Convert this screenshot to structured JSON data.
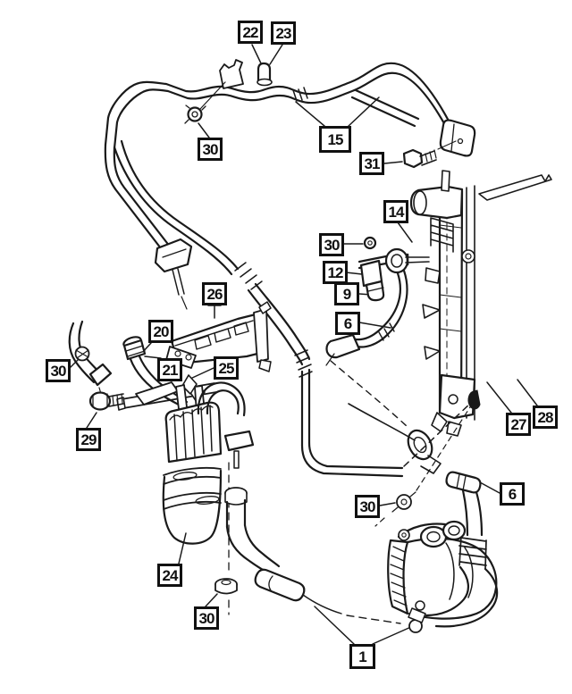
{
  "diagram": {
    "type": "exploded-parts-line-art",
    "subject": "A/C plumbing (compressor, condenser, accumulator, hoses and fittings)",
    "background_color": "#ffffff",
    "line_color": "#1a1a1a",
    "callout_border_color": "#111111"
  },
  "callouts": [
    {
      "label": "22"
    },
    {
      "label": "23"
    },
    {
      "label": "15"
    },
    {
      "label": "30"
    },
    {
      "label": "31"
    },
    {
      "label": "14"
    },
    {
      "label": "30"
    },
    {
      "label": "12"
    },
    {
      "label": "9"
    },
    {
      "label": "6"
    },
    {
      "label": "26"
    },
    {
      "label": "20"
    },
    {
      "label": "21"
    },
    {
      "label": "25"
    },
    {
      "label": "30"
    },
    {
      "label": "29"
    },
    {
      "label": "24"
    },
    {
      "label": "30"
    },
    {
      "label": "30"
    },
    {
      "label": "6"
    },
    {
      "label": "27"
    },
    {
      "label": "28"
    },
    {
      "label": "1"
    }
  ]
}
